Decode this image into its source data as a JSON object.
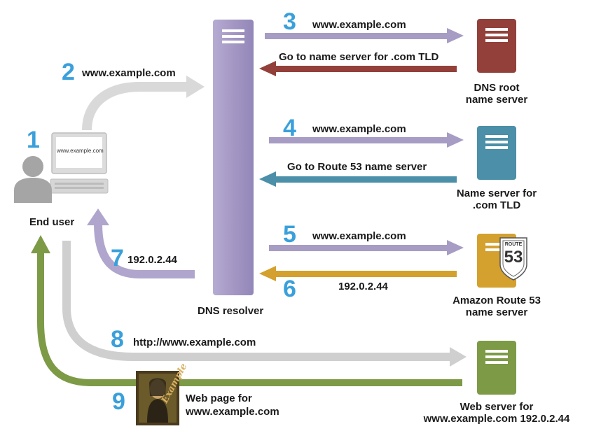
{
  "steps": {
    "s1": "1",
    "s2": "2",
    "s3": "3",
    "s4": "4",
    "s5": "5",
    "s6": "6",
    "s7": "7",
    "s8": "8",
    "s9": "9"
  },
  "messages": {
    "m2": "www.example.com",
    "m3": "www.example.com",
    "m3_reply": "Go to name server for .com TLD",
    "m4": "www.example.com",
    "m4_reply": "Go to Route 53 name server",
    "m5": "www.example.com",
    "m6": "192.0.2.44",
    "m7": "192.0.2.44",
    "m8": "http://www.example.com",
    "m9": [
      "Web page for",
      "www.example.com"
    ]
  },
  "nodes": {
    "end_user": "End user",
    "screen_url": "www.example.com",
    "dns_resolver": "DNS resolver",
    "dns_root": [
      "DNS root",
      "name server"
    ],
    "tld": [
      "Name server for",
      ".com TLD"
    ],
    "route53": [
      "Amazon Route 53",
      "name server"
    ],
    "route53_badge_top": "ROUTE",
    "route53_badge_num": "53",
    "web_server": [
      "Web server for",
      "www.example.com 192.0.2.44"
    ],
    "web_page_stamp": "Example"
  },
  "colors": {
    "step_number": "#3aa0db",
    "resolver": "#a79cc4",
    "root_server": "#93403a",
    "tld_server": "#4b8fa8",
    "route53_server": "#d4a02e",
    "web_server": "#7d9a46",
    "request_arrow": "#a79cc4",
    "user_arrow": "#cfcfcf",
    "return_arrow": "#7d9a46"
  }
}
